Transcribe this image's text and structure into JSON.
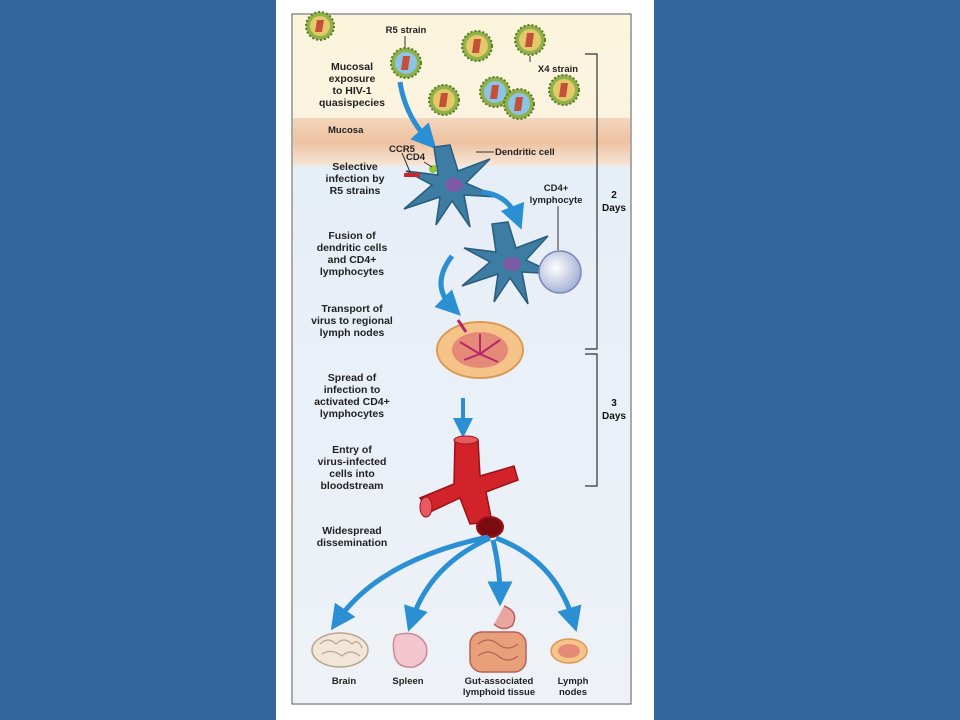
{
  "colors": {
    "background": "#33669a",
    "panel": "#ffffff",
    "mucosa": "#efc9a8",
    "vessel": "#d2232a",
    "arrow": "#2b8fd3",
    "dendritic_cell": "#3d7da3"
  },
  "labels": {
    "r5_strain": "R5 strain",
    "x4_strain": "X4 strain",
    "mucosal_exposure": [
      "Mucosal",
      "exposure",
      "to HIV-1",
      "quasispecies"
    ],
    "mucosa": "Mucosa",
    "ccr5": "CCR5",
    "cd4": "CD4",
    "dendritic_cell": "Dendritic cell",
    "selective_infection": [
      "Selective",
      "infection by",
      "R5 strains"
    ],
    "cd4_lymphocyte": [
      "CD4+",
      "lymphocyte"
    ],
    "fusion": [
      "Fusion of",
      "dendritic cells",
      "and CD4+",
      "lymphocytes"
    ],
    "transport": [
      "Transport of",
      "virus to regional",
      "lymph nodes"
    ],
    "spread": [
      "Spread of",
      "infection to",
      "activated CD4+",
      "lymphocytes"
    ],
    "entry": [
      "Entry of",
      "virus-infected",
      "cells into",
      "bloodstream"
    ],
    "dissemination": [
      "Widespread",
      "dissemination"
    ]
  },
  "timeline": {
    "first": [
      "2",
      "Days"
    ],
    "second": [
      "3",
      "Days"
    ]
  },
  "organs": {
    "brain": "Brain",
    "spleen": "Spleen",
    "galt": [
      "Gut-associated",
      "lymphoid tissue"
    ],
    "lymph_nodes": [
      "Lymph",
      "nodes"
    ]
  }
}
